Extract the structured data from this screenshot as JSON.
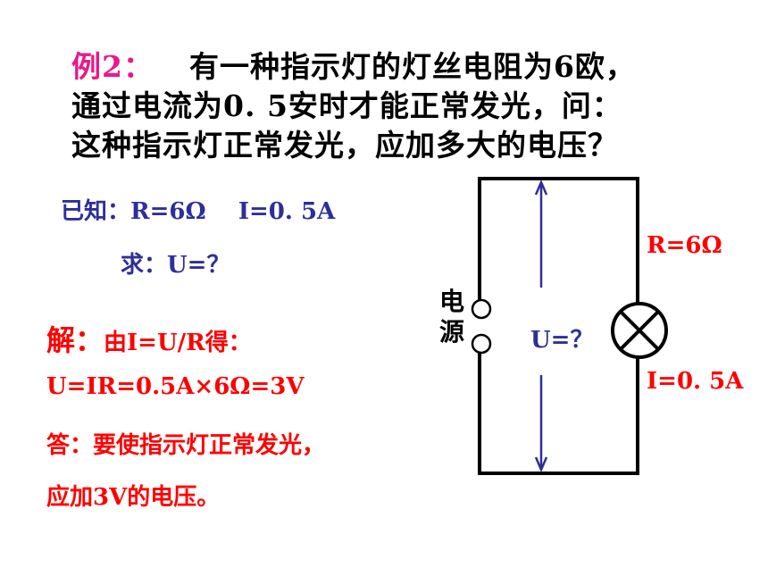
{
  "problem": {
    "label": "例2：",
    "line1": "有一种指示灯的灯丝电阻为6欧，",
    "line2": "通过电流为0. 5安时才能正常发光，问：",
    "line3": "这种指示灯正常发光，应加多大的电压？"
  },
  "given": {
    "known": "已知：R=6Ω    I=0. 5A",
    "find": "求：U=？"
  },
  "solution": {
    "jie": "解：",
    "formula_source": "由I=U/R得：",
    "calc": "U=IR=0.5A×6Ω=3V",
    "answer1": "答：要使指示灯正常发光，",
    "answer2": "应加3V的电压。"
  },
  "circuit": {
    "source_label_1": "电",
    "source_label_2": "源",
    "voltage_label": "U=？",
    "resistance_label": "R=6Ω",
    "current_label": "I=0. 5A",
    "colors": {
      "wire": "#000000",
      "arrow": "#2e2e9a",
      "red": "#ff0000",
      "blue": "#2e2e9a"
    }
  }
}
